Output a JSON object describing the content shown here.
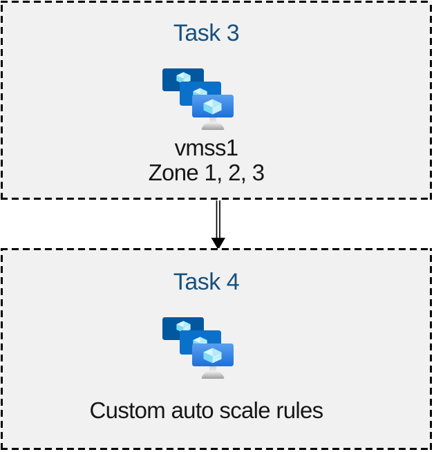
{
  "boxes": [
    {
      "title": "Task 3",
      "icon": "vm-scale-sets",
      "lines": [
        "vmss1",
        "Zone 1, 2, 3"
      ]
    },
    {
      "title": "Task 4",
      "icon": "vm-scale-sets",
      "lines": [
        "Custom auto scale rules"
      ]
    }
  ],
  "connector": {
    "shape": "double-line-arrow",
    "direction": "down",
    "color": "#000000"
  },
  "colors": {
    "canvas_bg": "#ffffff",
    "box_fill": "#f1f1f1",
    "box_border": "#000000",
    "title_text": "#17517e",
    "body_text": "#161616",
    "monitor_back": "#01589e",
    "monitor_middle": "#0b70c9",
    "monitor_front_top": "#5aa0ef",
    "monitor_front_bottom": "#1b70da",
    "cube_top_light": "#dcf7ff",
    "cube_top_shade": "#b2ebfa",
    "cube_left": "#7fdcf5",
    "cube_right": "#c6f1fd",
    "stand_gray": "#9e9e9e"
  }
}
